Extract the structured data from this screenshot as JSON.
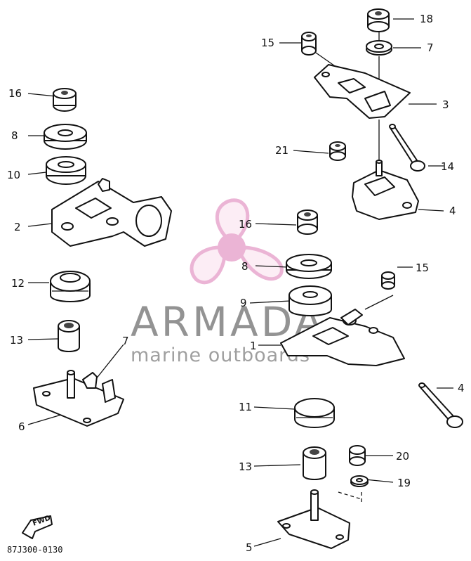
{
  "diagram": {
    "callouts": [
      {
        "id": "c18",
        "text": "18"
      },
      {
        "id": "c15a",
        "text": "15"
      },
      {
        "id": "c7a",
        "text": "7"
      },
      {
        "id": "c3",
        "text": "3"
      },
      {
        "id": "c16a",
        "text": "16"
      },
      {
        "id": "c8a",
        "text": "8"
      },
      {
        "id": "c10",
        "text": "10"
      },
      {
        "id": "c21",
        "text": "21"
      },
      {
        "id": "c14",
        "text": "14"
      },
      {
        "id": "c4a",
        "text": "4"
      },
      {
        "id": "c2",
        "text": "2"
      },
      {
        "id": "c16b",
        "text": "16"
      },
      {
        "id": "c8b",
        "text": "8"
      },
      {
        "id": "c15b",
        "text": "15"
      },
      {
        "id": "c12",
        "text": "12"
      },
      {
        "id": "c9",
        "text": "9"
      },
      {
        "id": "c1",
        "text": "1"
      },
      {
        "id": "c13a",
        "text": "13"
      },
      {
        "id": "c7b",
        "text": "7"
      },
      {
        "id": "c4b",
        "text": "4"
      },
      {
        "id": "c6",
        "text": "6"
      },
      {
        "id": "c11",
        "text": "11"
      },
      {
        "id": "c20",
        "text": "20"
      },
      {
        "id": "c13b",
        "text": "13"
      },
      {
        "id": "c19",
        "text": "19"
      },
      {
        "id": "c5",
        "text": "5"
      }
    ],
    "fwd_label": "FWD",
    "drawing_code": "87J300-0130"
  },
  "watermark": {
    "brand_name": "ARMADA",
    "brand_tagline": "marine outboards",
    "logo_color": "#e59cc7",
    "text_color": "#707070"
  }
}
